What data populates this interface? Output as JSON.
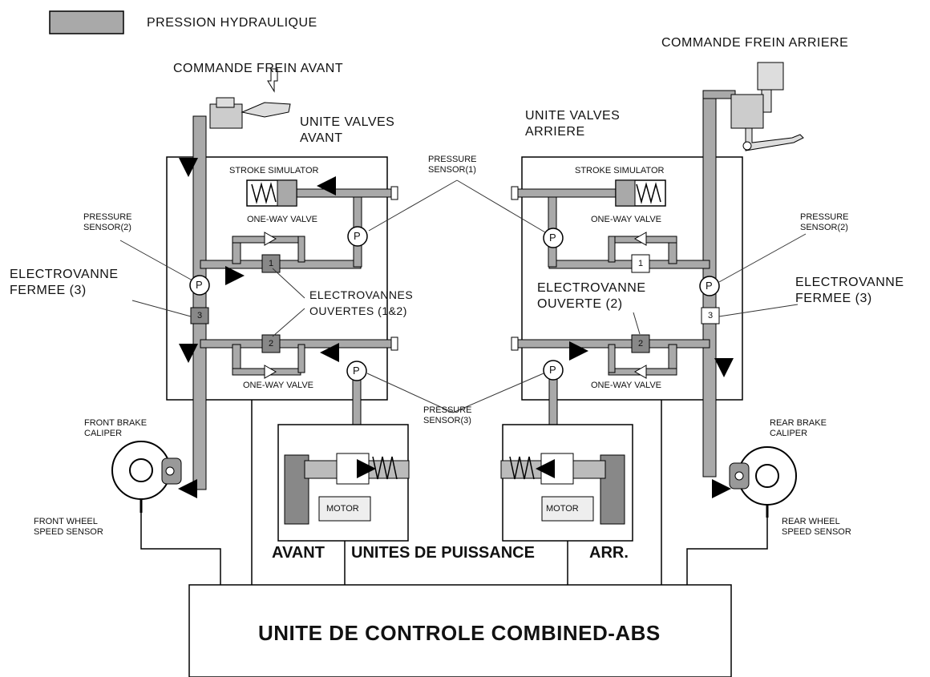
{
  "legend": {
    "label": "PRESSION HYDRAULIQUE",
    "swatch_color": "#a9a9a9"
  },
  "front": {
    "command": "COMMANDE FREIN AVANT",
    "valve_unit": "UNITE VALVES\nAVANT",
    "stroke_simulator": "STROKE SIMULATOR",
    "one_way_valve_top": "ONE-WAY VALVE",
    "one_way_valve_bottom": "ONE-WAY VALVE",
    "pressure_sensor_2": "PRESSURE\nSENSOR(2)",
    "closed_valve": "ELECTROVANNE\nFERMEE (3)",
    "open_valves": "ELECTROVANNES\nOUVERTES (1&2)",
    "brake_caliper": "FRONT BRAKE\nCALIPER",
    "wheel_sensor": "FRONT WHEEL\nSPEED SENSOR",
    "motor": "MOTOR",
    "power_label": "AVANT"
  },
  "rear": {
    "command": "COMMANDE FREIN ARRIERE",
    "valve_unit": "UNITE VALVES\nARRIERE",
    "stroke_simulator": "STROKE SIMULATOR",
    "one_way_valve_top": "ONE-WAY VALVE",
    "one_way_valve_bottom": "ONE-WAY VALVE",
    "pressure_sensor_2": "PRESSURE\nSENSOR(2)",
    "closed_valve": "ELECTROVANNE\nFERMEE (3)",
    "open_valve": "ELECTROVANNE\nOUVERTE (2)",
    "brake_caliper": "REAR BRAKE\nCALIPER",
    "wheel_sensor": "REAR WHEEL\nSPEED SENSOR",
    "motor": "MOTOR",
    "power_label": "ARR."
  },
  "shared": {
    "pressure_sensor_1": "PRESSURE\nSENSOR(1)",
    "pressure_sensor_3": "PRESSURE\nSENSOR(3)",
    "power_units": "UNITES DE PUISSANCE",
    "control_unit": "UNITE DE CONTROLE COMBINED-ABS",
    "p_symbol": "P",
    "valve_1": "1",
    "valve_2": "2",
    "valve_3": "3"
  }
}
